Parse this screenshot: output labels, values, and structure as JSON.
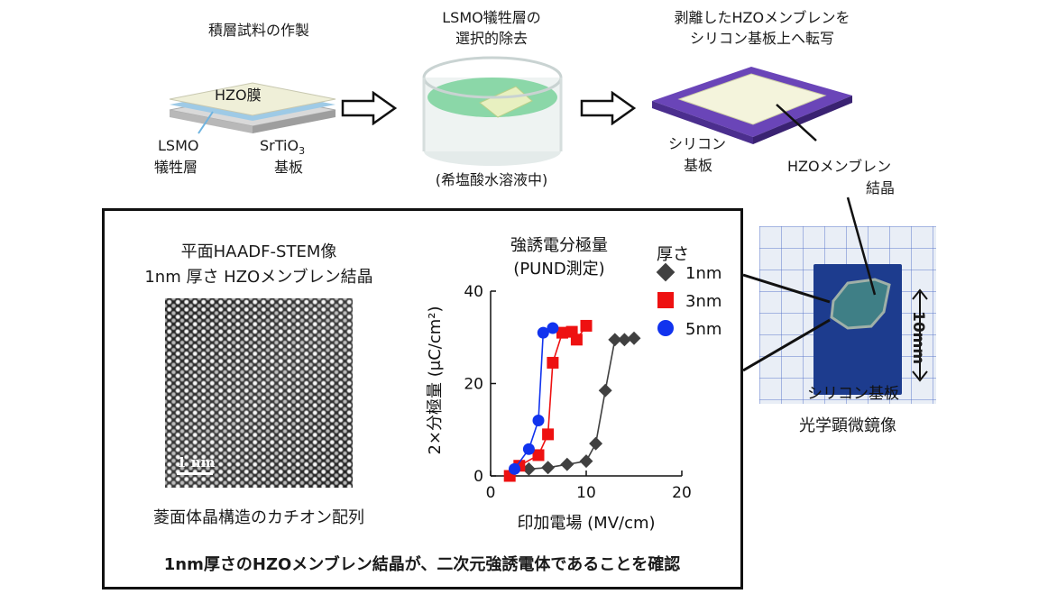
{
  "steps": {
    "step1_title": "積層試料の作製",
    "step1_film": "HZO膜",
    "step1_lsmo_line1": "LSMO",
    "step1_lsmo_line2": "犠牲層",
    "step1_sto_line1": "SrTiO",
    "step1_sto_sub": "3",
    "step1_sto_line2": "基板",
    "step2_title_line1": "LSMO犠牲層の",
    "step2_title_line2": "選択的除去",
    "step2_note": "(希塩酸水溶液中)",
    "step3_title_line1": "剥離したHZOメンブレンを",
    "step3_title_line2": "シリコン基板上へ転写",
    "step3_si_line1": "シリコン",
    "step3_si_line2": "基板",
    "step3_hzo_line1": "HZOメンブレン",
    "step3_hzo_line2": "結晶"
  },
  "stem": {
    "title_line1": "平面HAADF-STEM像",
    "title_line2": "1nm 厚さ HZOメンブレン結晶",
    "scale": "1 nm",
    "caption": "菱面体晶構造のカチオン配列"
  },
  "photo": {
    "si_label": "シリコン基板",
    "size_label": "10mm",
    "caption": "光学顕微鏡像"
  },
  "conclusion": "1nm厚さのHZOメンブレン結晶が、二次元強誘電体であることを確認",
  "colors": {
    "series_1nm": "#404040",
    "series_3nm": "#ee1111",
    "series_5nm": "#1133ee",
    "film_blue": "#9ecae6",
    "liquid_green": "#7fd4a0",
    "silicon_purple": "#5a3aa0",
    "chip_blue": "#1d3c8e"
  },
  "chart_data": {
    "type": "scatter",
    "title_line1": "強誘電分極量",
    "title_line2": "(PUND測定)",
    "xlabel": "印加電場 (MV/cm)",
    "ylabel": "2×分極量 (μC/cm²)",
    "xlim": [
      0,
      20
    ],
    "ylim": [
      0,
      40
    ],
    "xticks": [
      0,
      10,
      20
    ],
    "yticks": [
      0,
      20,
      40
    ],
    "legend_title": "厚さ",
    "legend_position": "top-right",
    "grid": false,
    "series": [
      {
        "name": "1nm",
        "marker": "diamond",
        "x": [
          4,
          6,
          8,
          10,
          11,
          12,
          13,
          14,
          15
        ],
        "y": [
          1.5,
          1.8,
          2.5,
          3.2,
          7,
          18.5,
          29.5,
          29.5,
          29.8
        ]
      },
      {
        "name": "3nm",
        "marker": "square",
        "x": [
          2,
          3,
          5,
          6,
          6.5,
          7.5,
          8.5,
          9,
          10
        ],
        "y": [
          0,
          2.2,
          4.5,
          9,
          24.5,
          31,
          31.2,
          29.5,
          32.5
        ]
      },
      {
        "name": "5nm",
        "marker": "circle",
        "x": [
          2.5,
          4,
          5,
          5.5,
          6.5
        ],
        "y": [
          1.5,
          5.8,
          12,
          31,
          32
        ]
      }
    ]
  }
}
